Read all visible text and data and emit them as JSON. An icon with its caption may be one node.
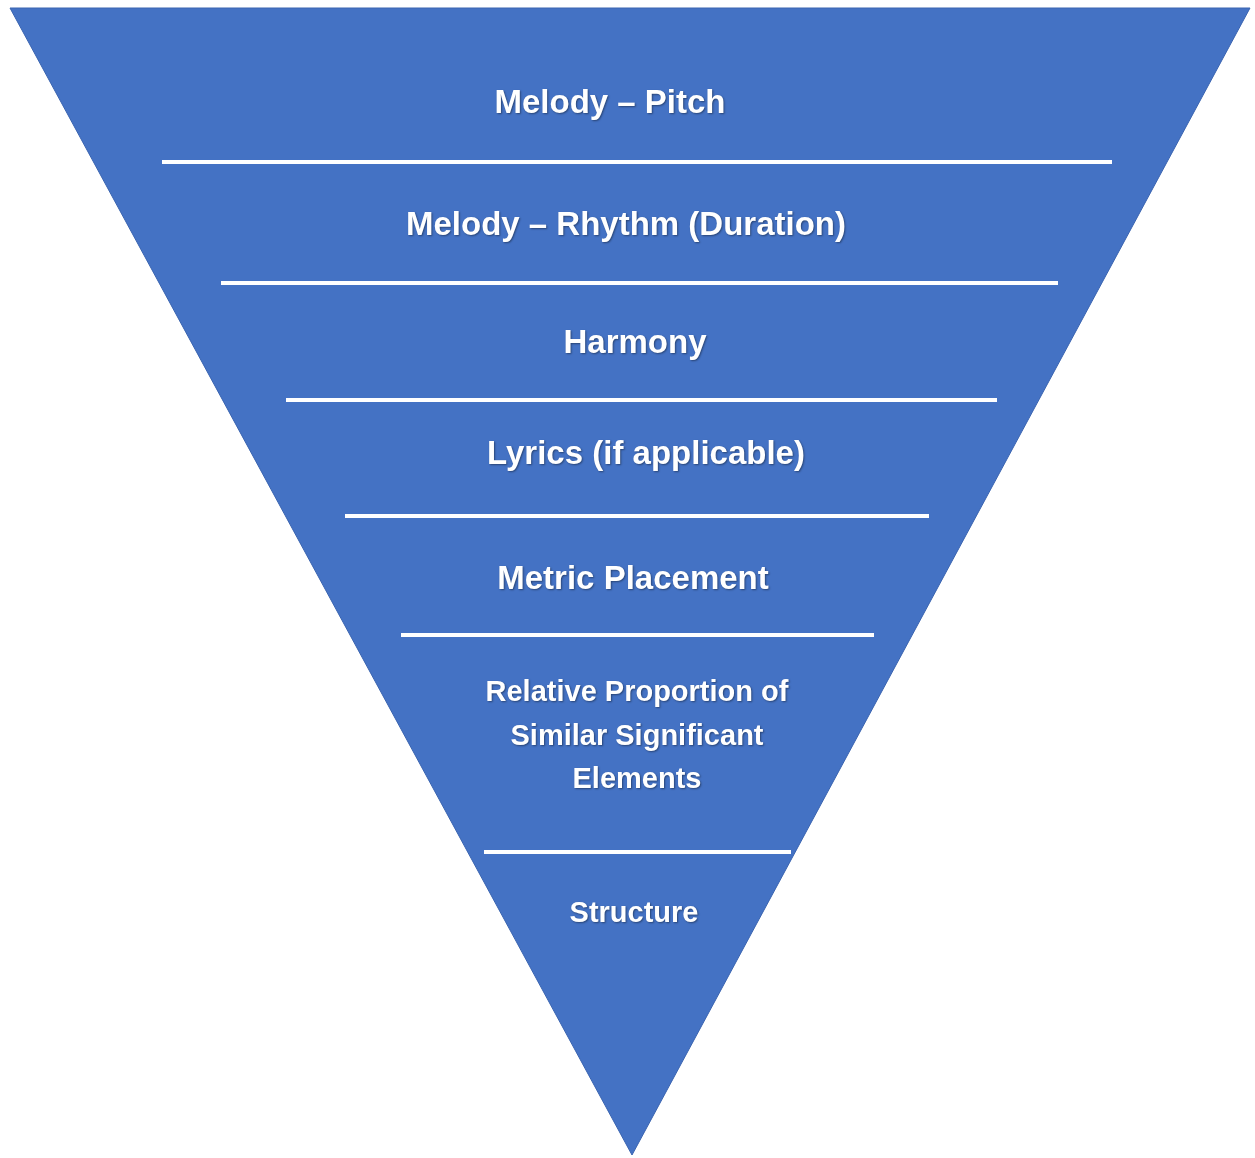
{
  "diagram": {
    "nodes": [
      {
        "text": [
          "Melody – Pitch"
        ]
      },
      {
        "text": [
          "Melody – Rhythm (Duration)"
        ]
      },
      {
        "text": [
          "Harmony"
        ]
      },
      {
        "text": [
          "Lyrics (if applicable)"
        ]
      },
      {
        "text": [
          "Metric Placement"
        ]
      },
      {
        "text": [
          "Relative Proportion of Similar Significant Elements"
        ]
      },
      {
        "text": [
          "Structure"
        ]
      }
    ]
  }
}
